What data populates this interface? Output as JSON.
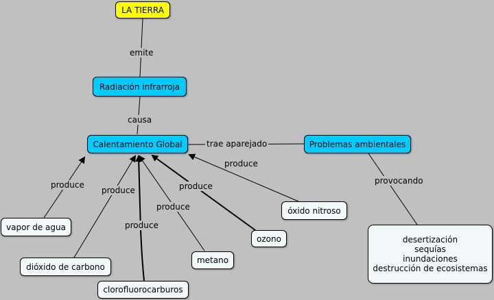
{
  "nodes": {
    "la_tierra": "LA TIERRA",
    "radiacion": "Radiación infrarroja",
    "calentamiento": "Calentamiento Global",
    "problemas": "Problemas ambientales",
    "vapor": "vapor de agua",
    "dioxido": "dióxido de carbono",
    "cfc": "clorofluorocarburos",
    "metano": "metano",
    "ozono": "ozono",
    "oxido": "óxido nitroso",
    "efectos": [
      "desertización",
      "sequías",
      "inundaciones",
      "destrucción de ecosistemas"
    ]
  },
  "links": {
    "emite": "emite",
    "causa": "causa",
    "trae": "trae aparejado",
    "produce_vapor": "produce",
    "produce_dioxido": "produce",
    "produce_cfc": "produce",
    "produce_metano": "produce",
    "produce_ozono": "produce",
    "produce_oxido": "produce",
    "provocando": "provocando"
  },
  "colors": {
    "background": "#c0c0c0",
    "root": "#ffff00",
    "concept": "#00ccff",
    "leaf": "#f2f7f9"
  }
}
